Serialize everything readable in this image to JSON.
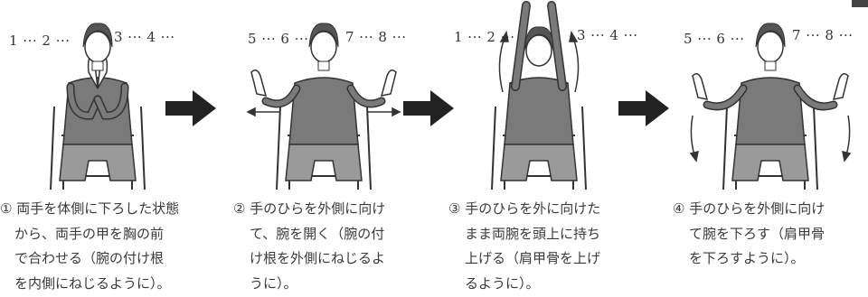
{
  "panels": [
    {
      "count_left": "1 ··· 2 ···",
      "count_right": "3 ··· 4 ···",
      "lines": [
        "① 両手を体側に下ろした状態",
        "から、両手の甲を胸の前",
        "で合わせる（腕の付け根",
        "を内側にねじるように）。"
      ]
    },
    {
      "count_left": "5 ··· 6 ···",
      "count_right": "7 ··· 8 ···",
      "lines": [
        "② 手のひらを外側に向け",
        "て、腕を開く（腕の付",
        "け根を外側にねじるよ",
        "うに）。"
      ]
    },
    {
      "count_left": "1 ··· 2 ···",
      "count_right": "3 ··· 4 ···",
      "lines": [
        "③ 手のひらを外に向けた",
        "まま両腕を頭上に持ち",
        "上げる（肩甲骨を上げ",
        "るように）。"
      ]
    },
    {
      "count_left": "5 ··· 6 ···",
      "count_right": "7 ··· 8 ···",
      "lines": [
        "④ 手のひらを外側に向け",
        "て腕を下ろす（肩甲骨",
        "を下ろすように）。"
      ]
    }
  ],
  "colors": {
    "ink": "#333333",
    "shirt": "#7a7a7a",
    "pants": "#9a9a9a",
    "arrow": "#222222"
  },
  "icons": {
    "step_arrow": "right-arrow-icon",
    "motion_arrow": "motion-arrow-icon"
  }
}
